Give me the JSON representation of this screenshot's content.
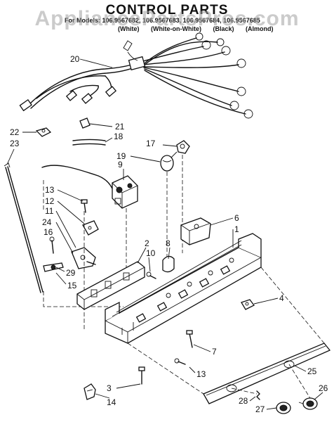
{
  "header": {
    "title": "CONTROL PARTS",
    "models": "For Models: 106.9567682, 106.9567683, 106.9567684, 106.9567685",
    "colors": [
      "(White)",
      "(White-on-White)",
      "(Black)",
      "(Almond)"
    ]
  },
  "watermark": "AppliancePartsPros.com",
  "callouts": {
    "c20": "20",
    "c21": "21",
    "c18": "18",
    "c22": "22",
    "c23": "23",
    "c17": "17",
    "c19": "19",
    "c9": "9",
    "c13a": "13",
    "c12": "12",
    "c11": "11",
    "c24": "24",
    "c16": "16",
    "c29": "29",
    "c15": "15",
    "c6": "6",
    "c1": "1",
    "c8": "8",
    "c2": "2",
    "c10": "10",
    "c4": "4",
    "c7": "7",
    "c13b": "13",
    "c3": "3",
    "c14": "14",
    "c25": "25",
    "c26": "26",
    "c28": "28",
    "c27": "27"
  }
}
